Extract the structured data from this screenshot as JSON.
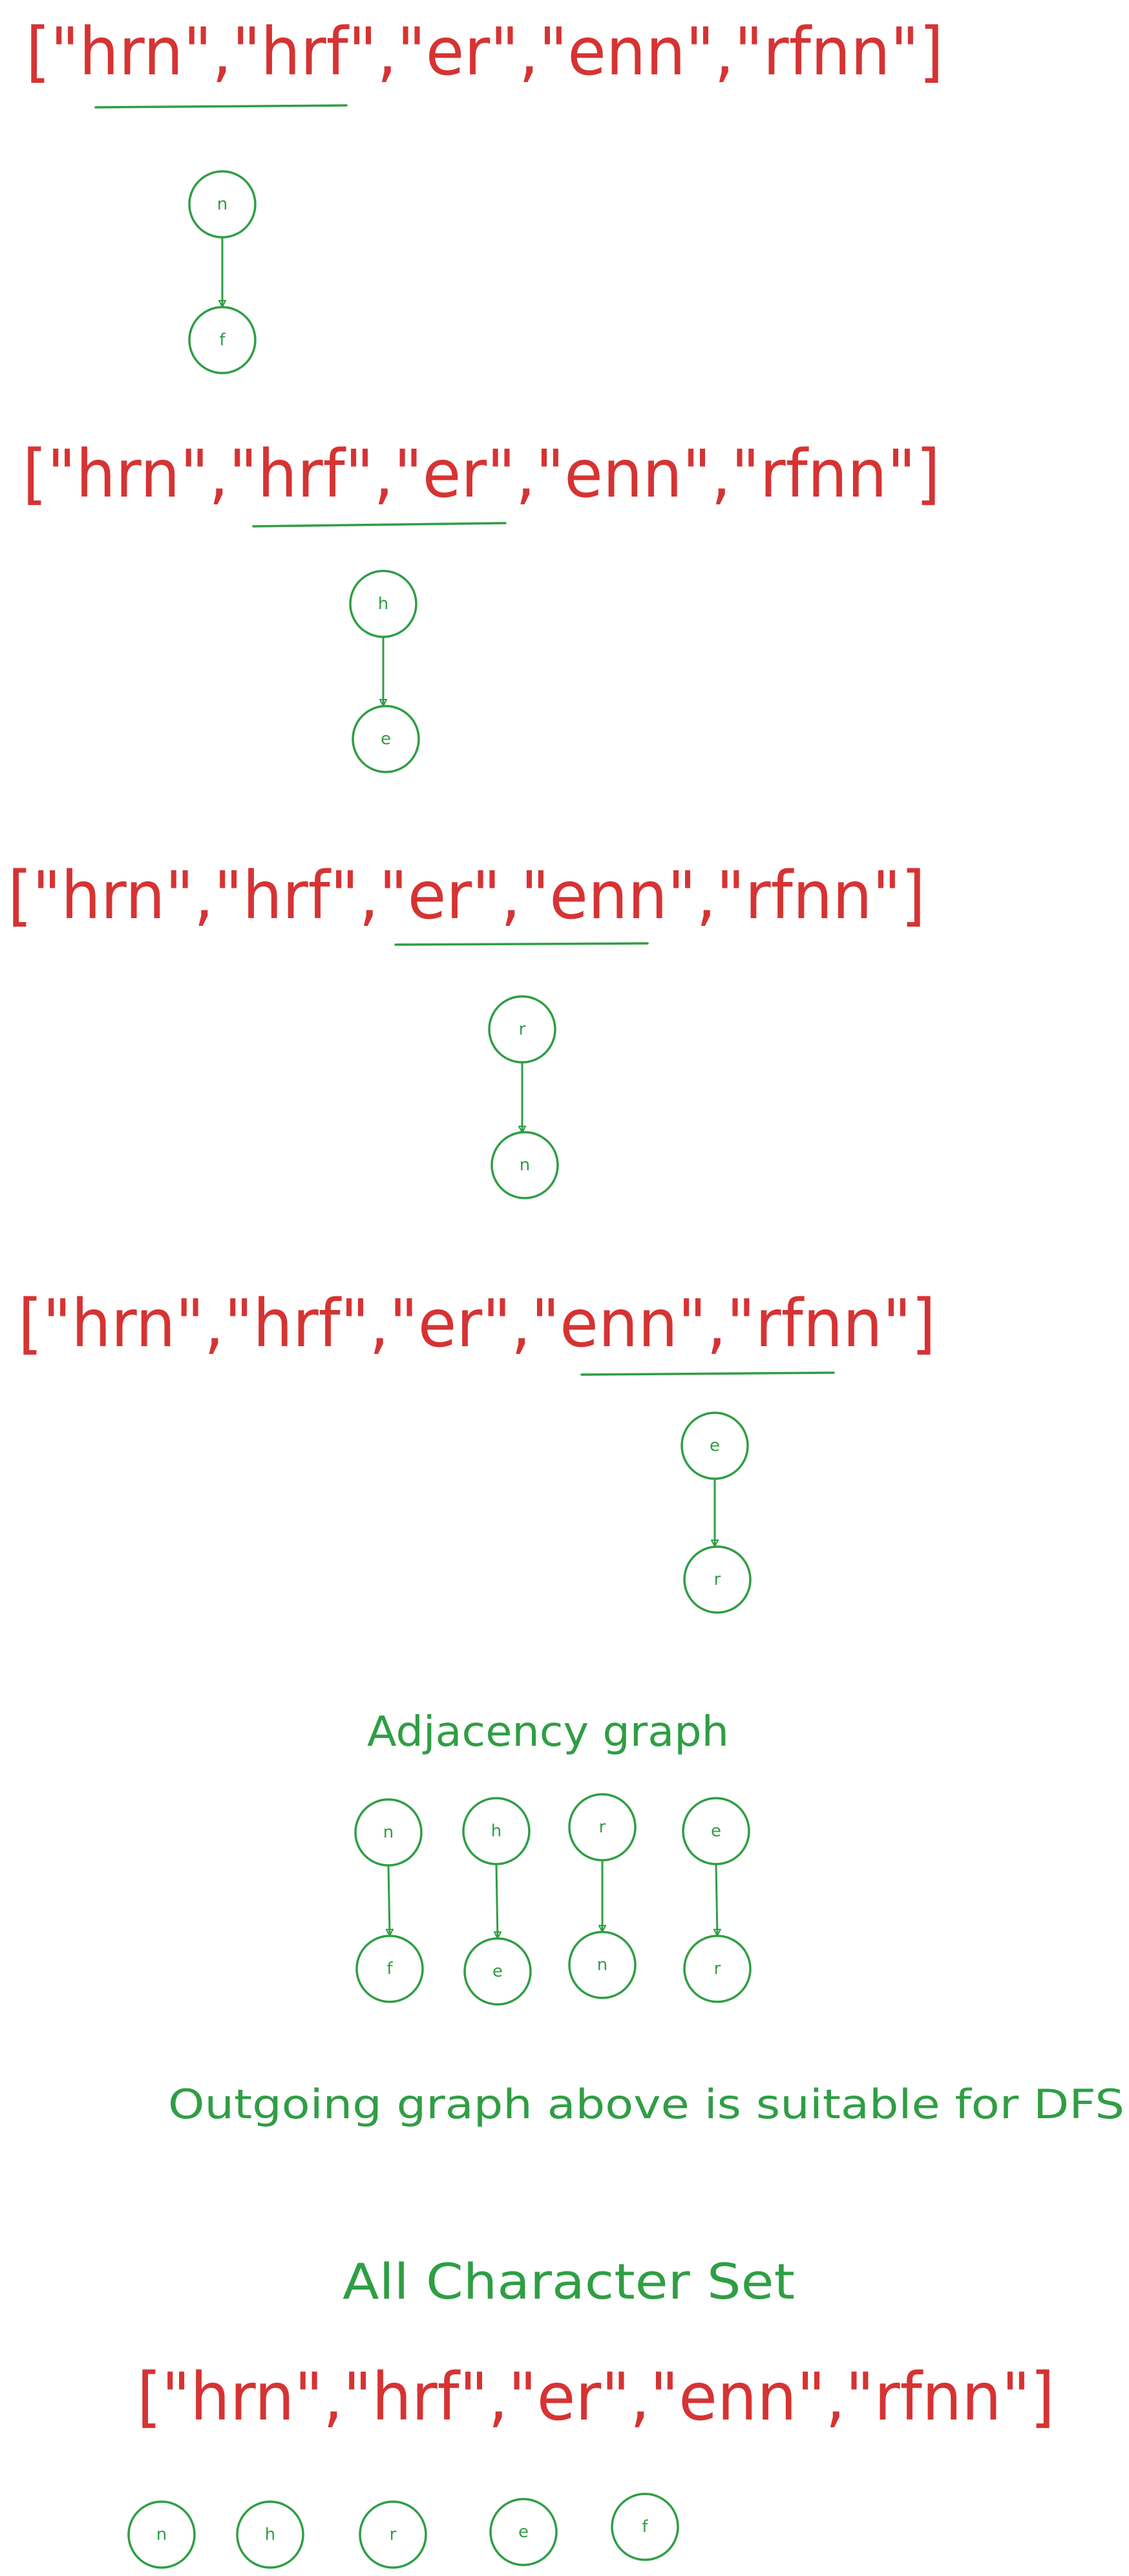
{
  "word_list": "[\"hrn\",\"hrf\",\"er\",\"enn\",\"rfnn\"]",
  "colors": {
    "word_list": "#d63333",
    "graph": "#2f9e44",
    "background": "#ffffff"
  },
  "comparisons": [
    {
      "pair": [
        "hrn",
        "hrf"
      ],
      "edge": {
        "from": "n",
        "to": "f"
      }
    },
    {
      "pair": [
        "hrf",
        "er"
      ],
      "edge": {
        "from": "h",
        "to": "e"
      }
    },
    {
      "pair": [
        "er",
        "enn"
      ],
      "edge": {
        "from": "r",
        "to": "n"
      }
    },
    {
      "pair": [
        "enn",
        "rfnn"
      ],
      "edge": {
        "from": "e",
        "to": "r"
      }
    }
  ],
  "adjacency": {
    "title": "Adjacency graph",
    "edges": [
      {
        "from": "n",
        "to": "f"
      },
      {
        "from": "h",
        "to": "e"
      },
      {
        "from": "r",
        "to": "n"
      },
      {
        "from": "e",
        "to": "r"
      }
    ]
  },
  "note": "Outgoing graph above is suitable for DFS",
  "character_set": {
    "title": "All Character Set",
    "chars": [
      "n",
      "h",
      "r",
      "e",
      "f"
    ]
  }
}
